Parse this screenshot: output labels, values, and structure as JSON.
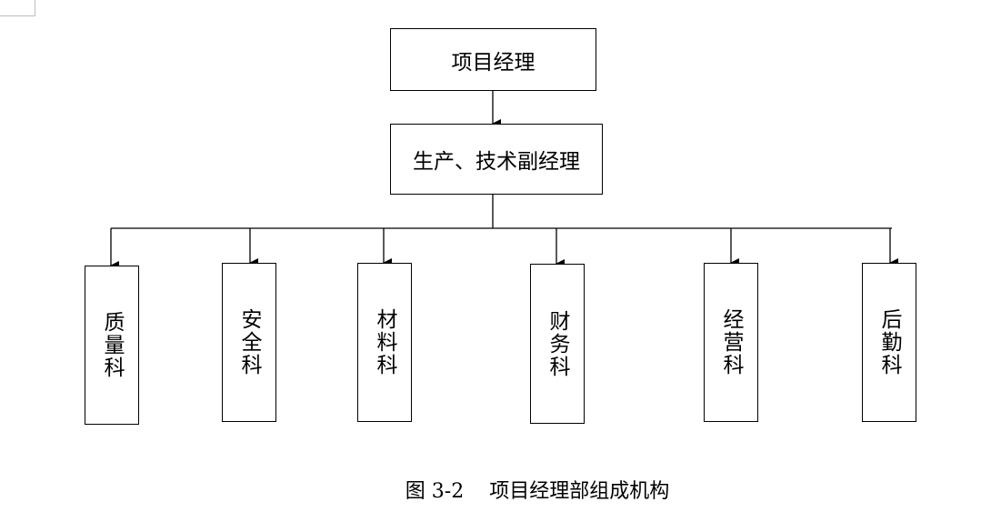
{
  "diagram": {
    "top": "项目经理",
    "middle": "生产、技术副经理",
    "departments": [
      "质量科",
      "安全科",
      "材料科",
      "财务科",
      "经营科",
      "后勤科"
    ]
  },
  "caption": {
    "number": "图 3-2",
    "title": "项目经理部组成机构"
  }
}
